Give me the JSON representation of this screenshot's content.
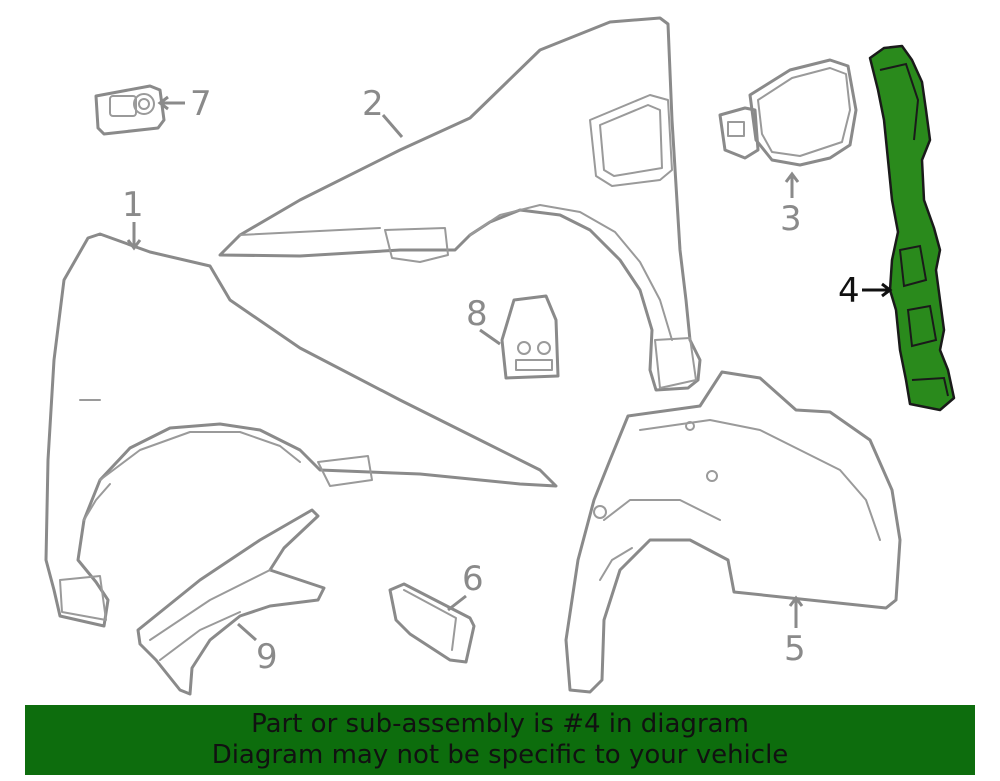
{
  "callouts": {
    "c1": "1",
    "c2": "2",
    "c3": "3",
    "c4": "4",
    "c5": "5",
    "c6": "6",
    "c7": "7",
    "c8": "8",
    "c9": "9"
  },
  "banner": {
    "line1": "Part or sub-assembly is #4 in diagram",
    "line2": "Diagram may not be specific to your vehicle"
  },
  "colors": {
    "highlight": "#2a8a1c",
    "banner": "#0d6d0d",
    "outline": "#8a8a8a"
  }
}
